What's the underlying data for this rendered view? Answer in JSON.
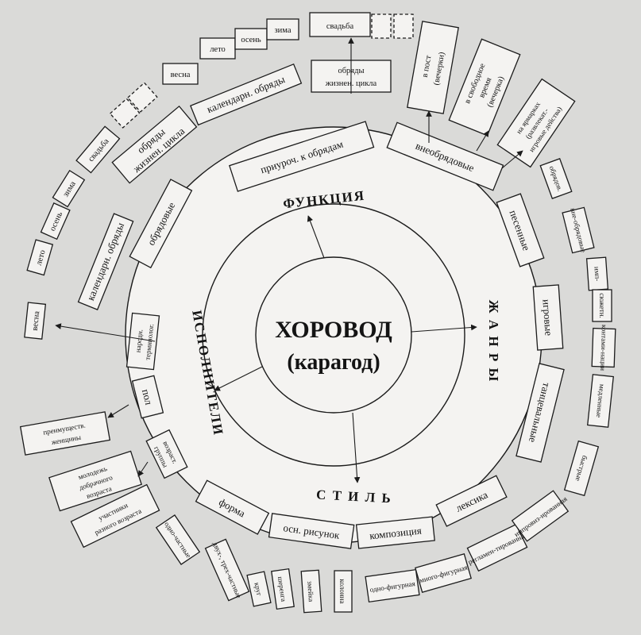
{
  "center": {
    "title": "ХОРОВОД",
    "subtitle": "(карагод)"
  },
  "sections": {
    "function": "ФУНКЦИЯ",
    "genres": "Ж А Н Р Ы",
    "style": "С Т И Л Ь",
    "performers": "ИСПОЛНИТЕЛИ"
  },
  "function": {
    "ritual": "обрядовые",
    "timed": "приуроч. к обрядам",
    "nonritual": "внеобрядовые",
    "calendar_left": "календарн. обряды",
    "lifecycle_left": [
      "обряды",
      "жизнен. цикла"
    ],
    "seasons_left": [
      "весна",
      "лето",
      "осень",
      "зима"
    ],
    "wedding_left": "свадьба",
    "calendar_top": "календарн. обряды",
    "lifecycle_top": [
      "обряды",
      "жизнен. цикла"
    ],
    "seasons_top": [
      "весна",
      "лето",
      "осень",
      "зима"
    ],
    "wedding_top": "свадьба",
    "lent": [
      "в пост",
      "(вечерки)"
    ],
    "free_time": [
      "в свободное",
      "время",
      "(вечерка)"
    ],
    "fairs": [
      "на ярмарках",
      "(развлекат.-",
      "игровые действа)"
    ]
  },
  "genres": {
    "song": "песенные",
    "game": "игровые",
    "dance": "танцевальные",
    "song_sub": [
      "обрядов.",
      "вне-обрядовые"
    ],
    "game_sub": [
      "имп-",
      "сюжетн.",
      "контами-нации"
    ],
    "dance_sub": [
      "медленные",
      "быстрые"
    ]
  },
  "style": {
    "form": "форма",
    "pattern": "осн. рисунок",
    "composition": "композиция",
    "lexicon": "лексика",
    "form_sub": [
      "одно-частные",
      "двух-, трех-частные"
    ],
    "pattern_sub": [
      "круг",
      "шеренга",
      "змейка",
      "колонна"
    ],
    "composition_sub": [
      "одно-фигурная",
      "много-фигурная"
    ],
    "lexicon_sub": [
      "регламен-тированная",
      "импровиз-ированная"
    ]
  },
  "performers": {
    "terminology": [
      "народн.",
      "терминолог."
    ],
    "gender": "пол",
    "age": [
      "возраст.",
      "группы"
    ],
    "women": [
      "преимуществ.",
      "женщины"
    ],
    "youth": [
      "молодежь",
      "добрачного",
      "возраста"
    ],
    "mixed": [
      "участники",
      "разного возраста"
    ]
  }
}
